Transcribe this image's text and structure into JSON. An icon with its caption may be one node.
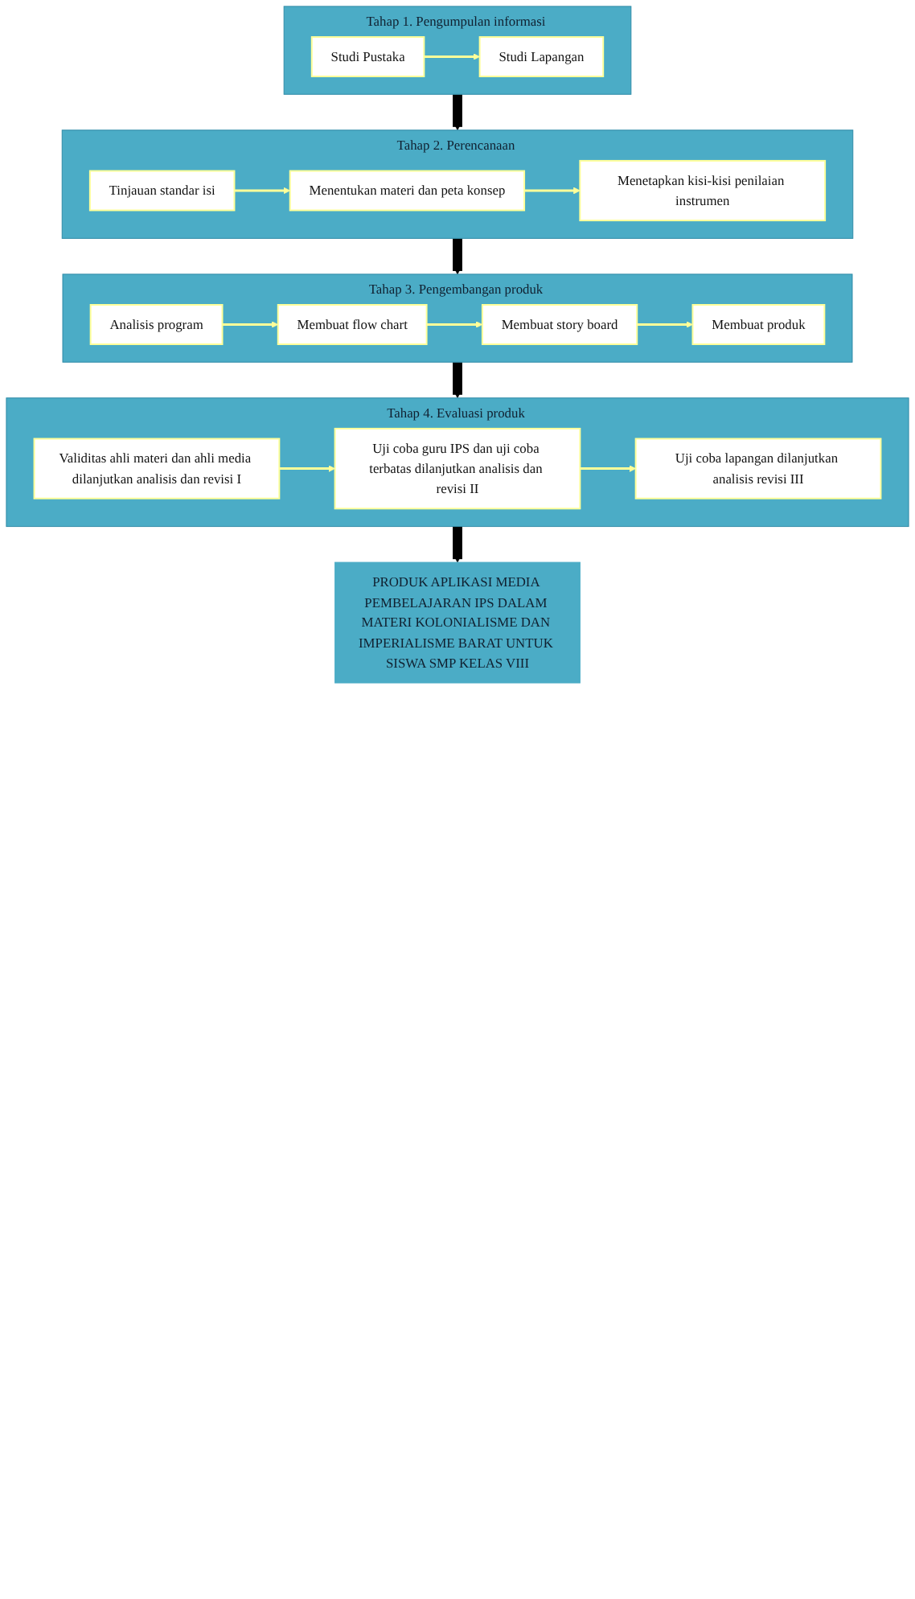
{
  "diagram": {
    "nodes": [
      {
        "text": [
          "Tahap 1. Pengumpulan informasi"
        ]
      },
      {
        "text": [
          "Studi Pustaka"
        ],
        "in": 0
      },
      {
        "text": [
          "Studi Lapangan"
        ],
        "in": 0
      },
      {
        "text": [
          "Tahap 2. Perencanaan"
        ]
      },
      {
        "text": [
          "Tinjauan standar isi"
        ],
        "in": 3
      },
      {
        "text": [
          "Menentukan materi dan peta konsep"
        ],
        "in": 3
      },
      {
        "text": [
          "Menetapkan kisi-kisi penilaian instrumen"
        ],
        "in": 3
      },
      {
        "text": [
          "Tahap 3. Pengembangan produk"
        ]
      },
      {
        "text": [
          "Analisis program"
        ],
        "in": 7
      },
      {
        "text": [
          "Membuat flow chart"
        ],
        "in": 7
      },
      {
        "text": [
          "Membuat story board"
        ],
        "in": 7
      },
      {
        "text": [
          "Membuat produk"
        ],
        "in": 7
      },
      {
        "text": [
          "Tahap 4. Evaluasi produk"
        ]
      },
      {
        "text": [
          "Validitas ahli materi dan ahli media dilanjutkan analisis dan revisi I"
        ],
        "in": 12
      },
      {
        "text": [
          "Uji coba guru IPS dan uji coba terbatas dilanjutkan analisis dan revisi II"
        ],
        "in": 12
      },
      {
        "text": [
          "Uji coba lapangan dilanjutkan analisis revisi III"
        ],
        "in": 12
      },
      {
        "text": [
          "PRODUK APLIKASI MEDIA PEMBELAJARAN IPS DALAM MATERI KOLONIALISME DAN IMPERIALISME BARAT UNTUK SISWA SMP KELAS VIII"
        ]
      }
    ],
    "edges": [
      {
        "from": 1,
        "to": 2,
        "arrow": "to"
      },
      {
        "from": 0,
        "to": 3,
        "arrow": "to",
        "style": "thick",
        "color": "#000000"
      },
      {
        "from": 4,
        "to": 5,
        "arrow": "to"
      },
      {
        "from": 5,
        "to": 6,
        "arrow": "to"
      },
      {
        "from": 3,
        "to": 7,
        "arrow": "to",
        "style": "thick",
        "color": "#000000"
      },
      {
        "from": 8,
        "to": 9,
        "arrow": "to"
      },
      {
        "from": 9,
        "to": 10,
        "arrow": "to"
      },
      {
        "from": 10,
        "to": 11,
        "arrow": "to"
      },
      {
        "from": 7,
        "to": 12,
        "arrow": "to",
        "style": "thick",
        "color": "#000000"
      },
      {
        "from": 13,
        "to": 14,
        "arrow": "to"
      },
      {
        "from": 14,
        "to": 15,
        "arrow": "to"
      },
      {
        "from": 12,
        "to": 16,
        "arrow": "to",
        "style": "thick",
        "color": "#000000"
      }
    ]
  }
}
